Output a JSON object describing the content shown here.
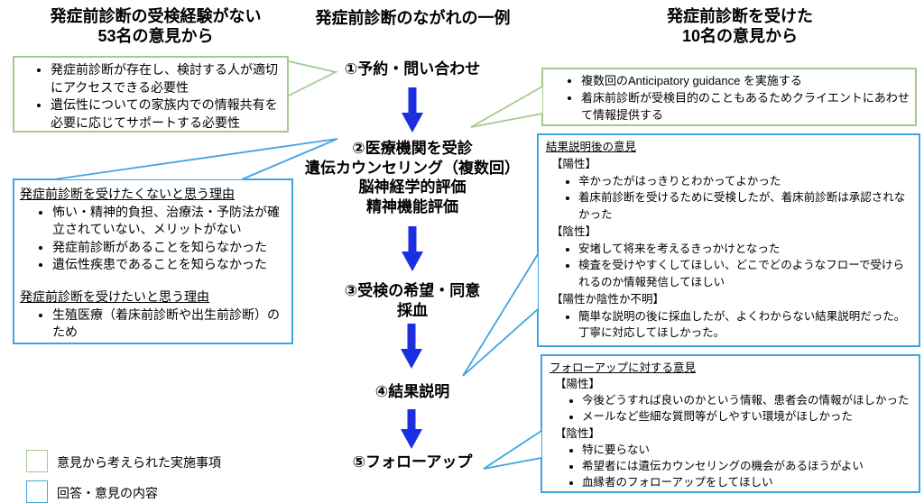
{
  "headers": {
    "left_line1": "発症前診断の受検経験がない",
    "left_line2": "53名の意見から",
    "middle": "発症前診断のながれの一例",
    "right_line1": "発症前診断を受けた",
    "right_line2": "10名の意見から"
  },
  "flow": {
    "step1": "①予約・問い合わせ",
    "step2_lines": [
      "②医療機関を受診",
      "遺伝カウンセリング（複数回）",
      "脳神経学的評価",
      "精神機能評価"
    ],
    "step3_lines": [
      "③受検の希望・同意",
      "採血"
    ],
    "step4": "④結果説明",
    "step5": "⑤フォローアップ"
  },
  "left_green_box": {
    "items": [
      "発症前診断が存在し、検討する人が適切にアクセスできる必要性",
      "遺伝性についての家族内での情報共有を必要に応じてサポートする必要性"
    ]
  },
  "left_blue_box": {
    "heading_against": "発症前診断を受けたくないと思う理由",
    "against_items": [
      "怖い・精神的負担、治療法・予防法が確立されていない、メリットがない",
      "発症前診断があることを知らなかった",
      "遺伝性疾患であることを知らなかった"
    ],
    "heading_for": "発症前診断を受けたいと思う理由",
    "for_items": [
      "生殖医療（着床前診断や出生前診断）のため"
    ]
  },
  "right_green_box": {
    "items": [
      "複数回のAnticipatory guidance を実施する",
      "着床前診断が受検目的のこともあるためクライエントにあわせて情報提供する"
    ]
  },
  "result_opinion_box": {
    "heading": "結果説明後の意見",
    "positive_label": "【陽性】",
    "positive_items": [
      "辛かったがはっきりとわかってよかった",
      "着床前診断を受けるために受検したが、着床前診断は承認されなかった"
    ],
    "negative_label": "【陰性】",
    "negative_items": [
      "安堵して将来を考えるきっかけとなった",
      "検査を受けやすくしてほしい、どこでどのようなフローで受けられるのか情報発信してほしい"
    ],
    "unknown_label": "【陽性か陰性か不明】",
    "unknown_items": [
      "簡単な説明の後に採血したが、よくわからない結果説明だった。丁寧に対応してほしかった。"
    ]
  },
  "followup_opinion_box": {
    "heading": "フォローアップに対する意見",
    "positive_label": "【陽性】",
    "positive_items": [
      "今後どうすれば良いのかという情報、患者会の情報がほしかった",
      "メールなど些細な質問等がしやすい環境がほしかった"
    ],
    "negative_label": "【陰性】",
    "negative_items": [
      "特に要らない",
      "希望者には遺伝カウンセリングの機会があるほうがよい",
      "血縁者のフォローアップをしてほしい"
    ]
  },
  "legend": {
    "green_label": "意見から考えられた実施事項",
    "blue_label": "回答・意見の内容"
  },
  "colors": {
    "green": "#a6c894",
    "blue": "#41a4e0",
    "arrow": "#1b2ee0",
    "text": "#000000",
    "background": "#ffffff"
  }
}
